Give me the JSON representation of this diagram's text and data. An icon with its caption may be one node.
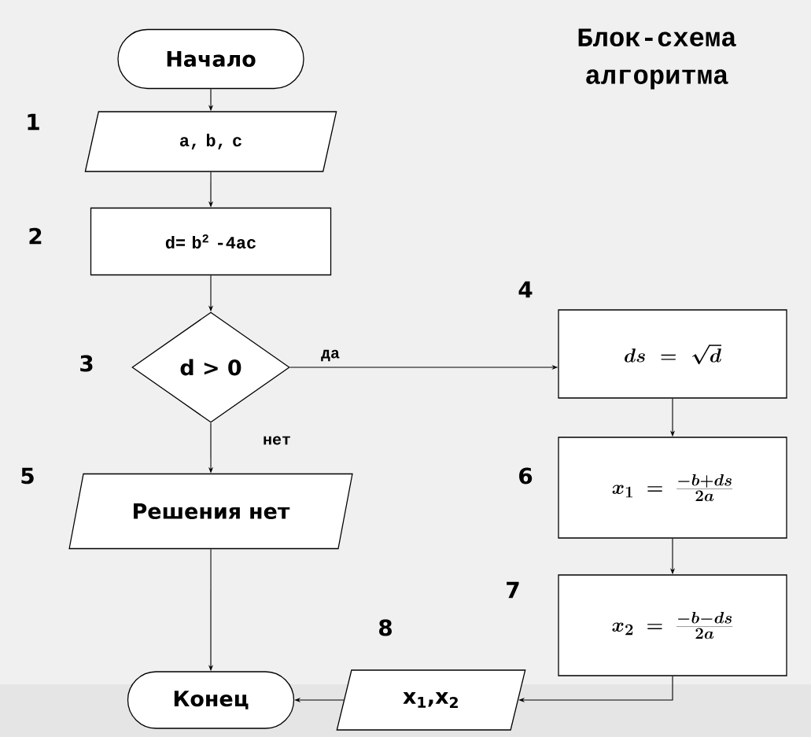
{
  "diagram": {
    "title": "Блок-схема алгоритма",
    "nodes": [
      {
        "text": [
          "Начало"
        ]
      },
      {
        "text": [
          "a, b, c"
        ]
      },
      {
        "text": [
          "d= b$^{2}$ -4ac"
        ]
      },
      {
        "text": [
          "d > 0"
        ]
      },
      {
        "text": [
          "ds=\\sqrt{d}"
        ]
      },
      {
        "text": [
          "Решения нет"
        ]
      },
      {
        "text": [
          "x_1=\\frac{-b + ds}{2a}"
        ]
      },
      {
        "text": [
          "x_2=\\frac{-b - ds}{2a}"
        ]
      },
      {
        "text": [
          "x$_{1}$,x$_{2}$"
        ]
      },
      {
        "text": [
          "Конец"
        ]
      }
    ],
    "edges": [
      {
        "from": 0,
        "to": 1,
        "arrow": "to"
      },
      {
        "from": 1,
        "to": 2,
        "arrow": "to"
      },
      {
        "from": 2,
        "to": 3,
        "arrow": "to"
      },
      {
        "from": 3,
        "to": 4,
        "arrow": "to",
        "label": "да"
      },
      {
        "from": 3,
        "to": 5,
        "arrow": "to",
        "label": "нет"
      },
      {
        "from": 4,
        "to": 6,
        "arrow": "to"
      },
      {
        "from": 6,
        "to": 7,
        "arrow": "to"
      },
      {
        "from": 5,
        "to": 9,
        "arrow": "to"
      },
      {
        "from": 7,
        "to": 8,
        "arrow": "to"
      },
      {
        "from": 8,
        "to": 9,
        "arrow": "to"
      }
    ],
    "labels": [
      "1",
      "2",
      "3",
      "4",
      "5",
      "6",
      "7",
      "8"
    ]
  }
}
